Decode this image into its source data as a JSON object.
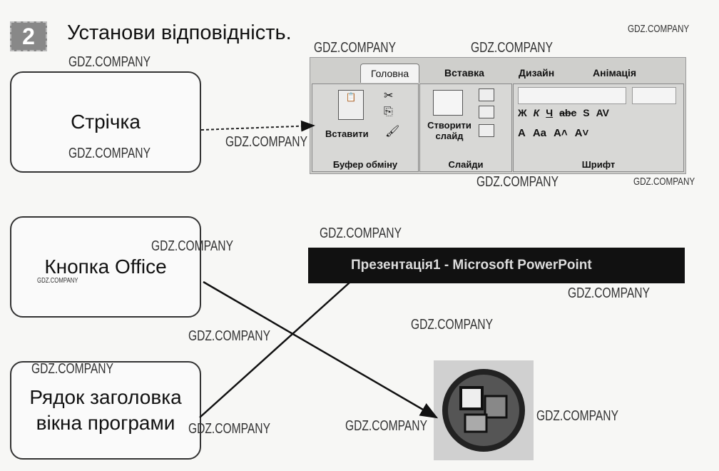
{
  "task": {
    "number": "2",
    "title": "Установи відповідність."
  },
  "boxes": [
    {
      "label": "Стрічка"
    },
    {
      "label": "Кнопка Office"
    },
    {
      "label": "Рядок заголовка вікна програми"
    }
  ],
  "ribbon": {
    "tabs": [
      "Головна",
      "Вставка",
      "Дизайн",
      "Анімація"
    ],
    "groups": {
      "clipboard": {
        "label": "Буфер обміну",
        "paste": "Вставити"
      },
      "slides": {
        "label": "Слайди",
        "new_slide": "Створити слайд"
      },
      "font": {
        "label": "Шрифт",
        "buttons": [
          "Ж",
          "К",
          "Ч",
          "abc",
          "S",
          "AV",
          "A",
          "Aa",
          "A˄",
          "A˅"
        ]
      }
    }
  },
  "titlebar": {
    "text": "Презентація1 - Microsoft PowerPoint"
  },
  "watermark": "GDZ.COMPANY"
}
